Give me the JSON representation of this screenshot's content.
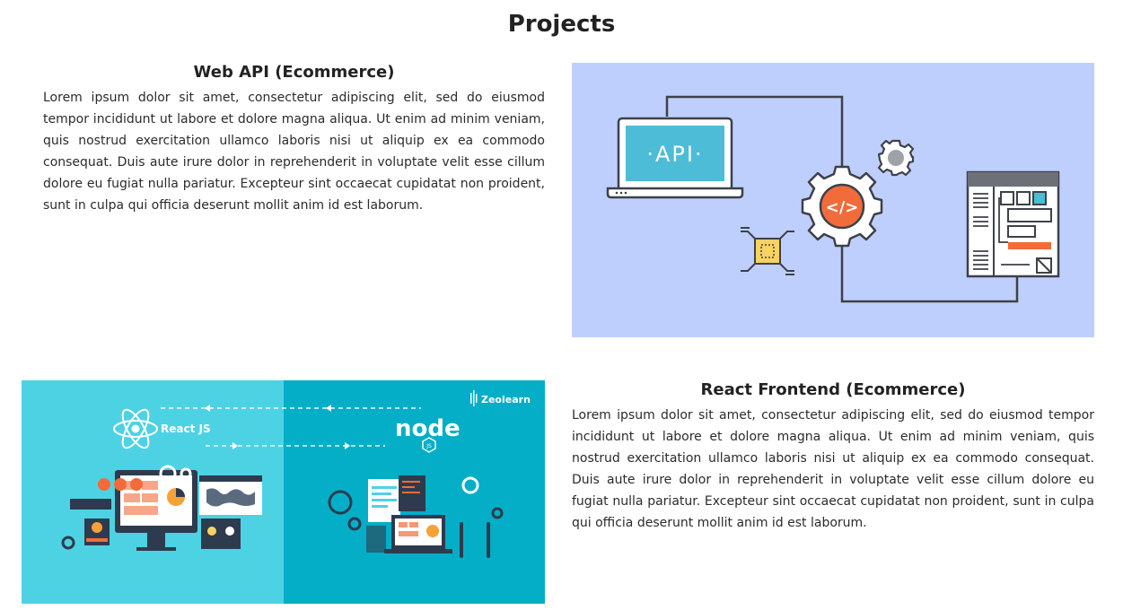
{
  "page": {
    "title": "Projects"
  },
  "projects": [
    {
      "title": "Web API (Ecommerce)",
      "description": "Lorem ipsum dolor sit amet, consectetur adipiscing elit, sed do eiusmod tempor incididunt ut labore et dolore magna aliqua. Ut enim ad minim veniam, quis nostrud exercitation ullamco laboris nisi ut aliquip ex ea commodo consequat. Duis aute irure dolor in reprehenderit in voluptate velit esse cillum dolore eu fugiat nulla pariatur. Excepteur sint occaecat cupidatat non proident, sunt in culpa qui officia deserunt mollit anim id est laborum.",
      "image": {
        "screen_text": "·API·",
        "code_symbol": "</>"
      }
    },
    {
      "title": "React Frontend (Ecommerce)",
      "description": "Lorem ipsum dolor sit amet, consectetur adipiscing elit, sed do eiusmod tempor incididunt ut labore et dolore magna aliqua. Ut enim ad minim veniam, quis nostrud exercitation ullamco laboris nisi ut aliquip ex ea commodo consequat. Duis aute irure dolor in reprehenderit in voluptate velit esse cillum dolore eu fugiat nulla pariatur. Excepteur sint occaecat cupidatat non proident, sunt in culpa qui officia deserunt mollit anim id est laborum.",
      "image": {
        "react_label": "React JS",
        "node_label": "node",
        "node_sub": "JS",
        "brand": "Zeolearn"
      }
    }
  ],
  "colors": {
    "api_bg": "#bfcffd",
    "api_screen": "#4dbcd6",
    "api_code": "#f26b3a",
    "api_chip": "#f9d264",
    "react_bg": "#4dd2e4",
    "node_bg": "#04aec6"
  }
}
